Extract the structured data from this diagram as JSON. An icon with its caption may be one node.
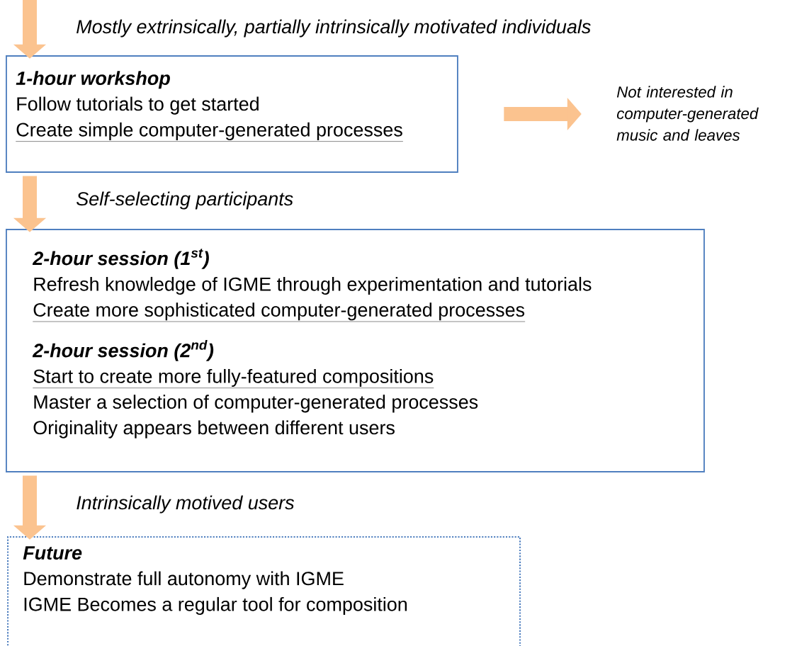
{
  "diagram": {
    "nodes": [
      {
        "text": [
          "1-hour workshop",
          "Follow tutorials to get started",
          "Create simple computer-generated processes"
        ]
      },
      {
        "text": [
          "Not interested in computer-generated music and leaves"
        ]
      },
      {
        "text": [
          "2-hour session (1$^{st}$)",
          "Refresh knowledge of IGME through experimentation and tutorials",
          "Create more sophisticated computer-generated processes",
          "2-hour session (2$^{nd}$)",
          "Start to create more fully-featured compositions",
          "Master a selection of computer-generated processes",
          "Originality appears between different users"
        ]
      },
      {
        "text": [
          "Future",
          "Demonstrate full autonomy with IGME",
          "IGME Becomes a regular tool for composition"
        ]
      }
    ],
    "edges": [
      {
        "from": null,
        "to": 0,
        "arrow": "to",
        "label": "Mostly extrinsically, partially intrinsically motivated individuals"
      },
      {
        "from": 0,
        "to": 1,
        "arrow": "to"
      },
      {
        "from": 0,
        "to": 2,
        "arrow": "to",
        "label": "Self-selecting participants"
      },
      {
        "from": 2,
        "to": 3,
        "arrow": "to",
        "label": "Intrinsically motived users"
      }
    ]
  }
}
